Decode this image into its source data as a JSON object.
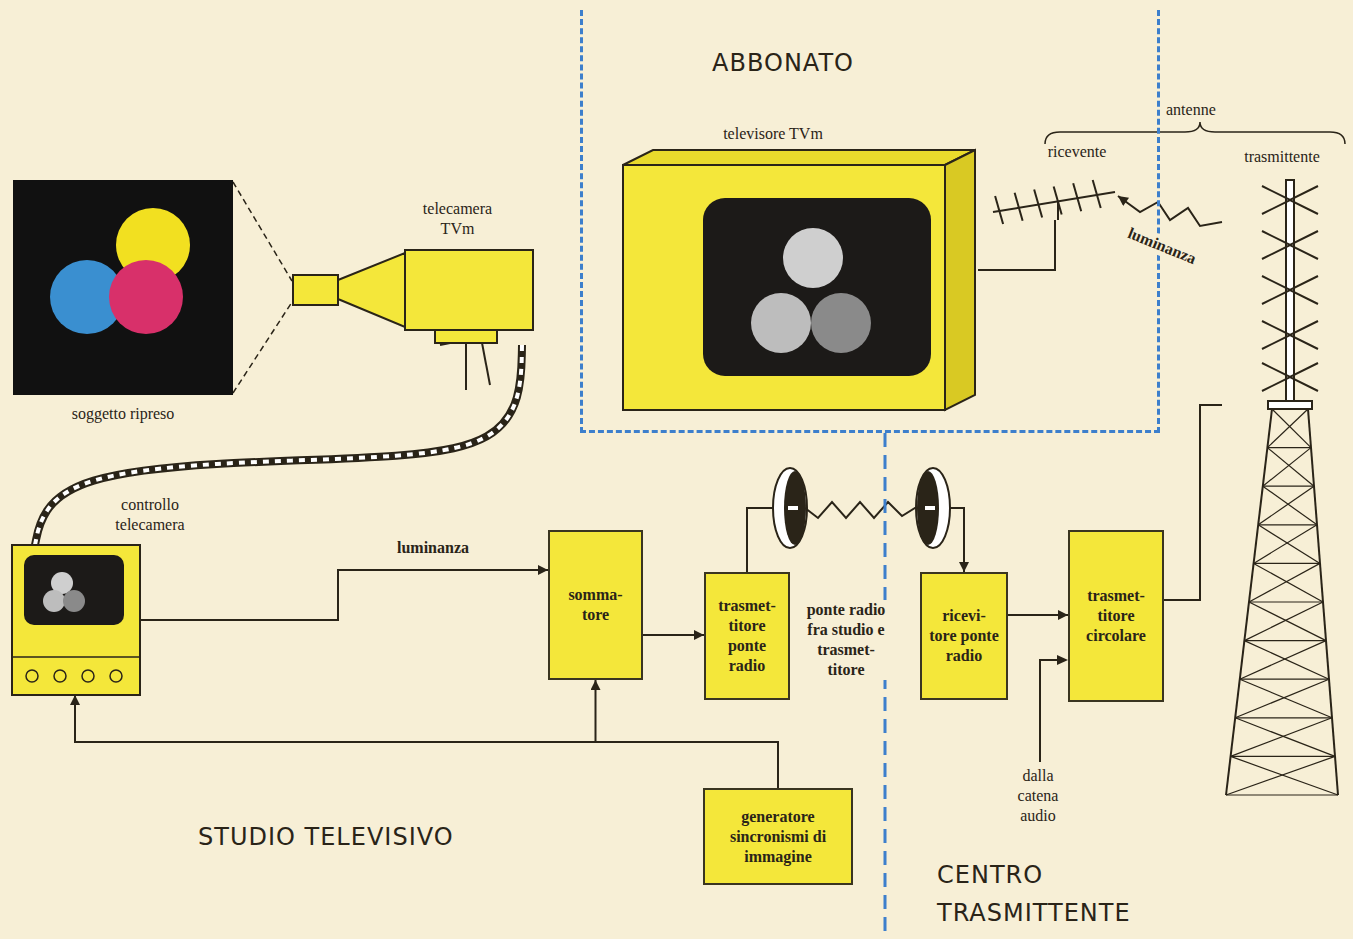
{
  "diagram": {
    "nodes": [
      {
        "text": [
          "ABBONATO"
        ]
      },
      {
        "text": [
          "televisore TVm"
        ],
        "in": 0
      },
      {
        "text": [
          "ricevente"
        ],
        "in": 0
      },
      {
        "text": [
          "soggetto ripreso"
        ]
      },
      {
        "text": [
          "telecamera TVm"
        ]
      },
      {
        "text": [
          "trasmittente"
        ]
      },
      {
        "text": [
          "controllo telecamera"
        ]
      },
      {
        "text": [
          "somma- tore"
        ]
      },
      {
        "text": [
          "trasmet- titore ponte radio"
        ]
      },
      {
        "text": [
          "ricevi- tore ponte radio"
        ]
      },
      {
        "text": [
          "trasmet- titore circolare"
        ]
      },
      {
        "text": [
          "generatore sincronismi di immagine"
        ]
      }
    ],
    "edges": [
      {
        "from": 3,
        "to": 4,
        "arrow": "none"
      },
      {
        "from": 4,
        "to": 6,
        "arrow": "none"
      },
      {
        "from": 6,
        "to": 7,
        "label": "luminanza",
        "arrow": "to"
      },
      {
        "from": 7,
        "to": 8,
        "arrow": "to"
      },
      {
        "from": 8,
        "to": 9,
        "label": "ponte radio fra studio e trasmet- titore",
        "arrow": "to"
      },
      {
        "from": 9,
        "to": 10,
        "arrow": "to"
      },
      {
        "from": 10,
        "to": 5,
        "arrow": "none"
      },
      {
        "from": 5,
        "to": 2,
        "label": "luminanza",
        "arrow": "to"
      },
      {
        "from": 2,
        "to": 1,
        "arrow": "none"
      },
      {
        "from": 11,
        "to": 7,
        "arrow": "to"
      },
      {
        "from": 11,
        "to": 6,
        "arrow": "to"
      }
    ],
    "labels": [
      "antenne",
      "dalla catena audio",
      "STUDIO TELEVISIVO",
      "CENTRO TRASMITTENTE"
    ]
  }
}
